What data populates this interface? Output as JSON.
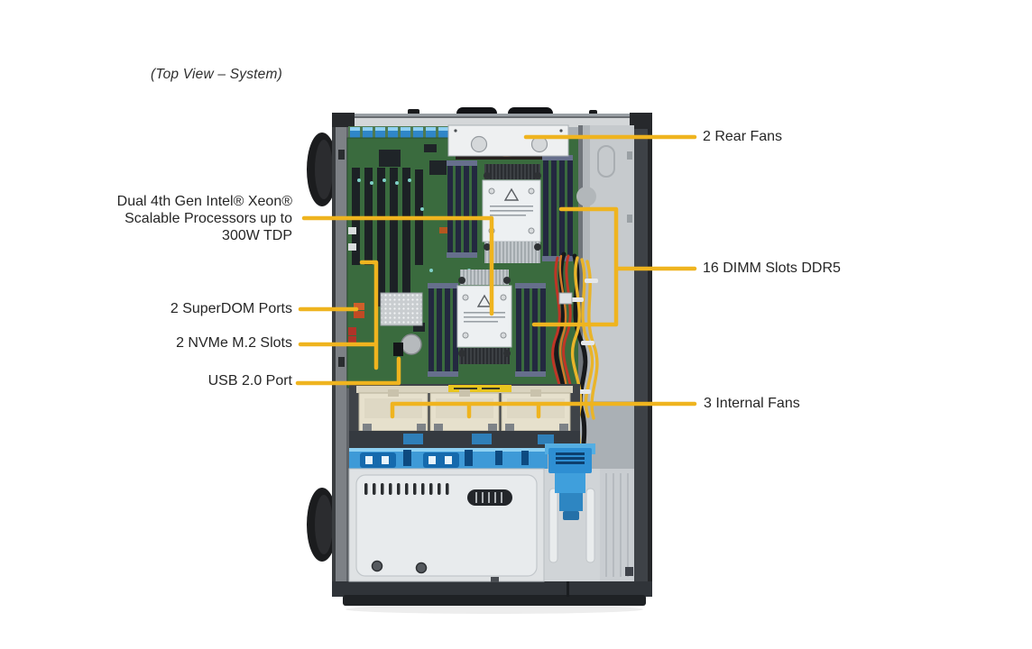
{
  "figure": {
    "title": "(Top View – System)"
  },
  "callouts": {
    "rear_fans": "2 Rear Fans",
    "cpu": "Dual 4th Gen Intel® Xeon®\nScalable Processors up to\n300W TDP",
    "dimm": "16 DIMM Slots DDR5",
    "superdom": "2 SuperDOM Ports",
    "nvme": "2 NVMe M.2 Slots",
    "usb": "USB 2.0 Port",
    "internal_fans": "3 Internal  Fans"
  },
  "colors": {
    "callout_line": "#EFB41F",
    "label_text": "#262626",
    "chassis_wall": "#3e4247",
    "chassis_bottom": "#303439",
    "pcb_green": "#3a6b3e",
    "dimm_slot_navy": "#232840",
    "heatsink_silver": "#c3c8cc",
    "fan_cream": "#e6e0cc",
    "drive_bay_blue": "#3e9ad7",
    "bracket_blue": "#2e8fd3",
    "metal_light": "#dfe2e4"
  }
}
